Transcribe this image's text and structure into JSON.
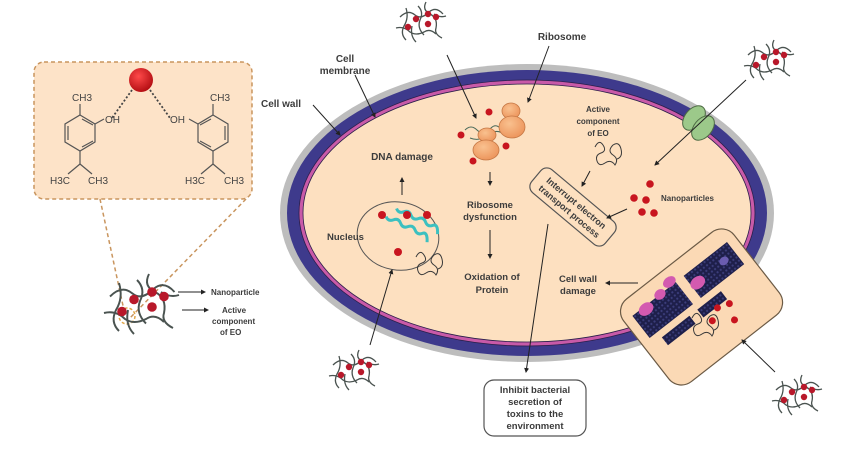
{
  "diagram": {
    "type": "mechanism-illustration",
    "colors": {
      "cytoplasm": "#fde0c0",
      "cell_wall_outer": "#bdbdbd",
      "cell_wall": "#3e3a8c",
      "cell_membrane": "#c85aa8",
      "nanoparticle": "#d21e24",
      "ribosome": "#f2a36a",
      "porin": "#9cc98a",
      "dna": "#3cc0c0",
      "inset_fill": "#fde3c8",
      "inset_border": "#c9955e"
    },
    "inset": {
      "molecule_left": {
        "methyl_top": "CH3",
        "hydroxyl": "OH",
        "isopropyl_left": "H3C",
        "isopropyl_right": "CH3"
      },
      "molecule_right": {
        "methyl_top": "CH3",
        "hydroxyl": "OH",
        "isopropyl_left": "H3C",
        "isopropyl_right": "CH3"
      }
    },
    "legend": {
      "nanoparticle": "Nanoparticle",
      "active_component": [
        "Active",
        "component",
        "of EO"
      ]
    },
    "labels": {
      "cell_wall": "Cell wall",
      "cell_membrane": [
        "Cell",
        "membrane"
      ],
      "ribosome": "Ribosome",
      "active_component": [
        "Active",
        "component",
        "of EO"
      ],
      "dna_damage": "DNA damage",
      "nucleus": "Nucleus",
      "ribosome_dysfunction": [
        "Ribosome",
        "dysfunction"
      ],
      "oxidation": [
        "Oxidation of",
        "Protein"
      ],
      "interrupt": [
        "Interrupt electron",
        "transport process"
      ],
      "nanoparticles": "Nanoparticles",
      "cell_wall_damage": [
        "Cell wall",
        "damage"
      ],
      "inhibit": [
        "Inhibit bacterial",
        "secretion of",
        "toxins to the",
        "environment"
      ]
    }
  }
}
